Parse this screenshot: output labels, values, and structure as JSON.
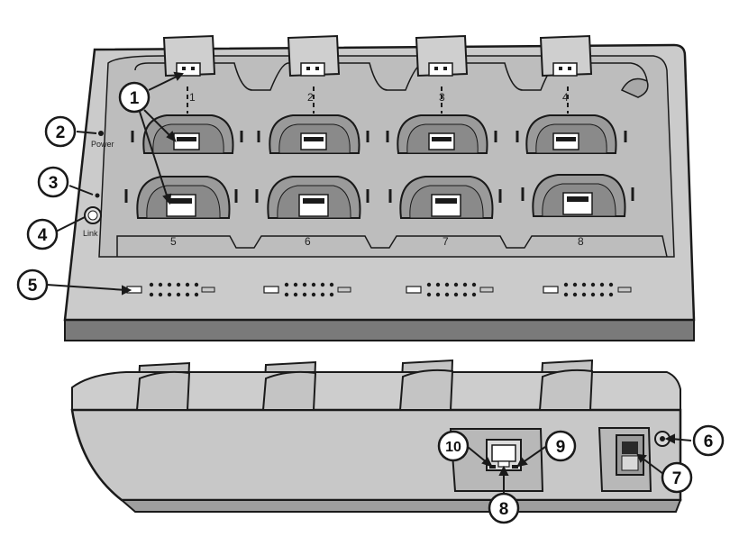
{
  "labels": {
    "power": "Power",
    "link": "Link"
  },
  "top_slot_numbers": [
    "1",
    "2",
    "3",
    "4"
  ],
  "bottom_slot_numbers": [
    "5",
    "6",
    "7",
    "8"
  ],
  "callouts": [
    "1",
    "2",
    "3",
    "4",
    "5",
    "6",
    "7",
    "8",
    "9",
    "10"
  ],
  "colors": {
    "body": "#c8c8c8",
    "body_dark": "#9c9c9c",
    "tray": "#b3b3b3",
    "cradle": "#8f8f8f",
    "outline": "#1a1a1a"
  }
}
